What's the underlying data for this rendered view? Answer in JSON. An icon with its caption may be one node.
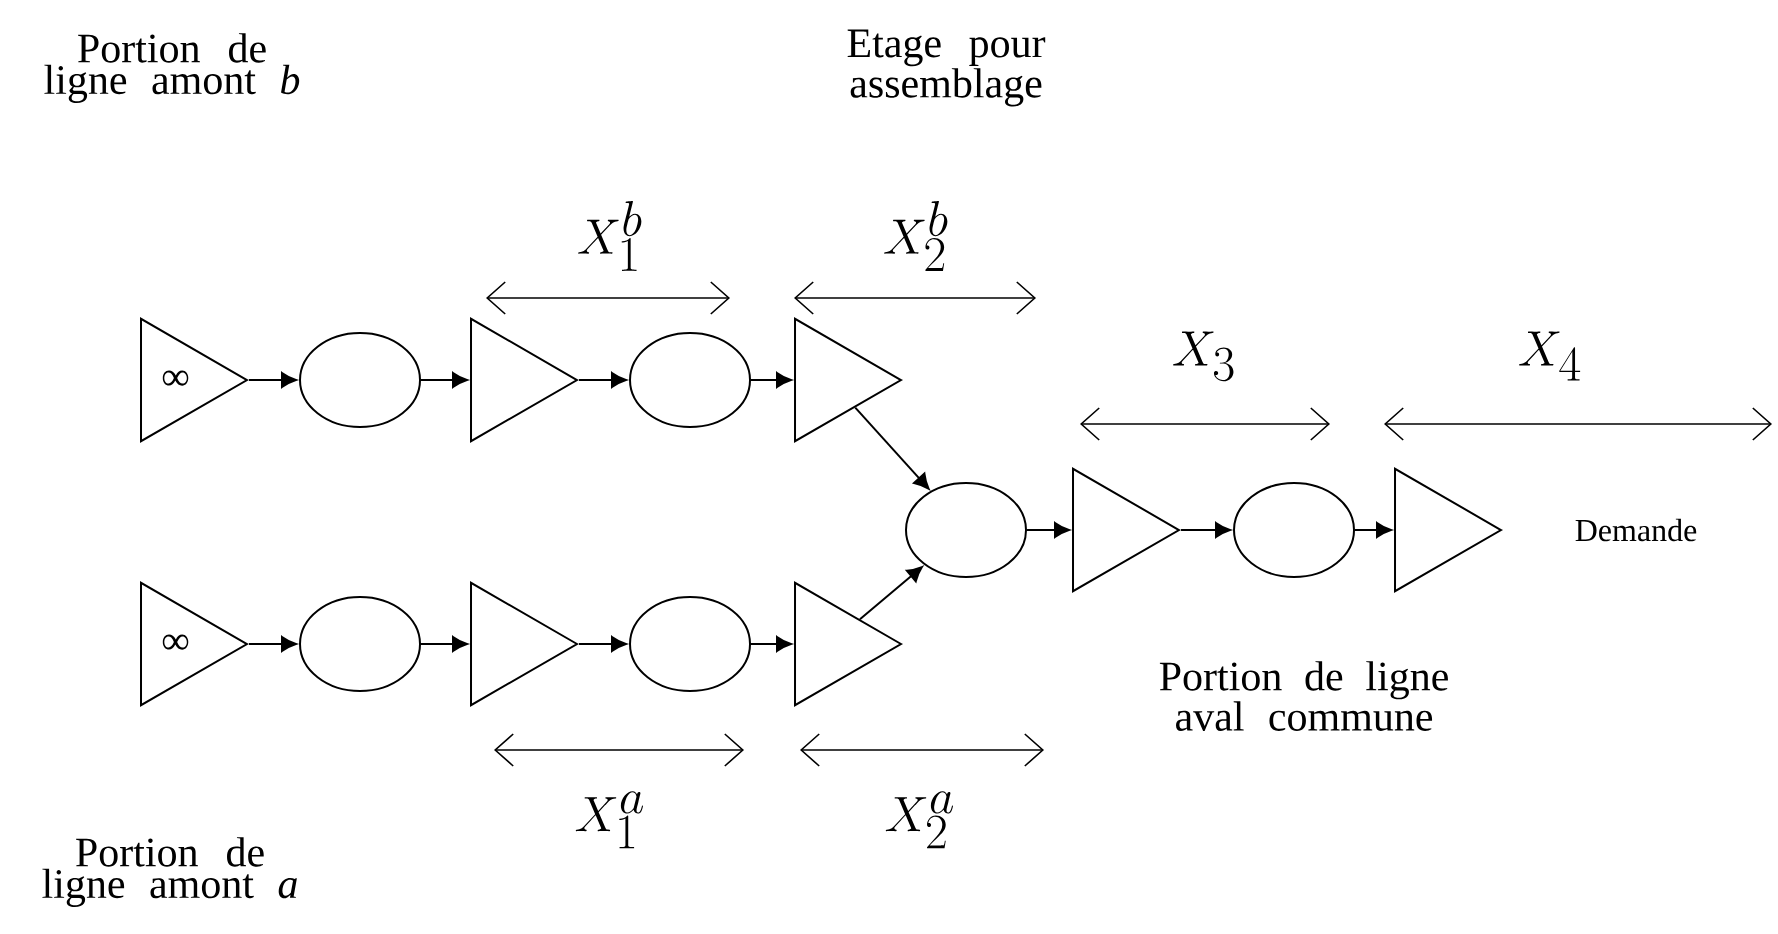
{
  "diagram": {
    "nodes": [
      {
        "text": [
          "∞"
        ]
      },
      {
        "text": [],
        "shape": "ellipse"
      },
      {
        "text": [],
        "shape": "triangle"
      },
      {
        "text": [],
        "shape": "ellipse"
      },
      {
        "text": [],
        "shape": "triangle"
      },
      {
        "text": [
          "∞"
        ]
      },
      {
        "text": [],
        "shape": "ellipse"
      },
      {
        "text": [],
        "shape": "triangle"
      },
      {
        "text": [],
        "shape": "ellipse"
      },
      {
        "text": [],
        "shape": "triangle"
      },
      {
        "text": [],
        "shape": "ellipse"
      },
      {
        "text": [],
        "shape": "triangle"
      },
      {
        "text": [],
        "shape": "ellipse"
      },
      {
        "text": [],
        "shape": "triangle"
      }
    ],
    "edges": [
      {
        "from": 0,
        "to": 1,
        "arrow": "to"
      },
      {
        "from": 1,
        "to": 2,
        "arrow": "to"
      },
      {
        "from": 2,
        "to": 3,
        "arrow": "to"
      },
      {
        "from": 3,
        "to": 4,
        "arrow": "to"
      },
      {
        "from": 4,
        "to": 10,
        "arrow": "to"
      },
      {
        "from": 5,
        "to": 6,
        "arrow": "to"
      },
      {
        "from": 6,
        "to": 7,
        "arrow": "to"
      },
      {
        "from": 7,
        "to": 8,
        "arrow": "to"
      },
      {
        "from": 8,
        "to": 9,
        "arrow": "to"
      },
      {
        "from": 9,
        "to": 10,
        "arrow": "to"
      },
      {
        "from": 10,
        "to": 11,
        "arrow": "to"
      },
      {
        "from": 11,
        "to": 12,
        "arrow": "to"
      },
      {
        "from": 12,
        "to": 13,
        "arrow": "to"
      }
    ],
    "labels": [
      "Portion de ligne amont *b*",
      "Etage pour assemblage",
      "X_1^b",
      "X_2^b",
      "X_3",
      "X_4",
      "Demande",
      "Portion de ligne aval commune",
      "X_1^a",
      "X_2^a",
      "Portion de ligne amont *a*"
    ]
  }
}
